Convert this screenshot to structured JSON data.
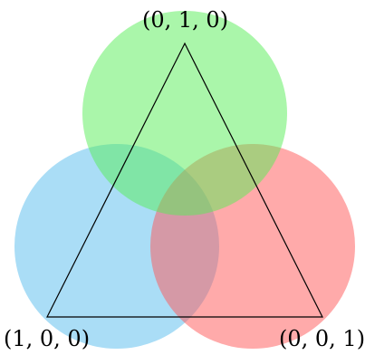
{
  "vertices": {
    "top": "(0, 1, 0)",
    "left": "(1, 0, 0)",
    "right": "(0, 0, 1)"
  },
  "colors": {
    "top_circle": "#55ee55",
    "left_circle": "#55bbee",
    "right_circle": "#ff5555",
    "triangle_stroke": "#000000"
  }
}
